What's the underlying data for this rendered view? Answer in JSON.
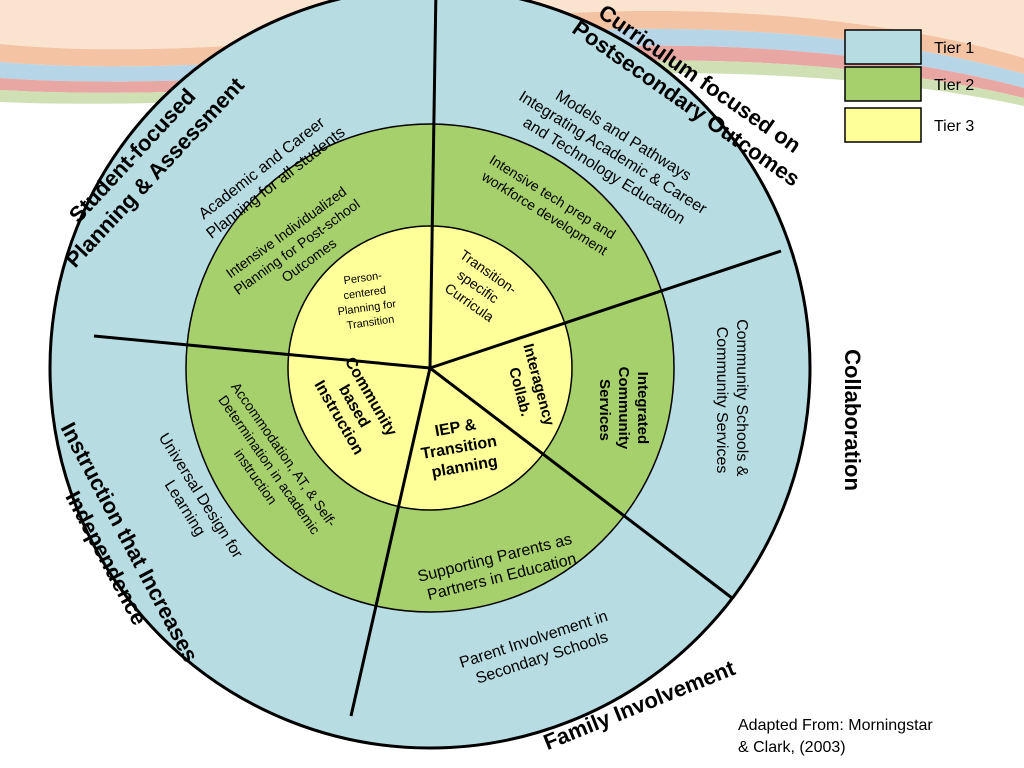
{
  "colors": {
    "tier1": "#b7dde3",
    "tier2": "#a6d06b",
    "tier3": "#ffff99",
    "outline": "#000000",
    "band_light": "#fbe4cf",
    "band_peach": "#f3c3a3",
    "band_blue": "#b6d5e6",
    "band_rose": "#e8a7a2",
    "band_green": "#cfe0b4"
  },
  "legend": [
    {
      "label": "Tier 1",
      "color": "#b7dde3"
    },
    {
      "label": "Tier 2",
      "color": "#a6d06b"
    },
    {
      "label": "Tier 3",
      "color": "#ffff99"
    }
  ],
  "categories": {
    "student_focused": [
      "Student-focused",
      "Planning & Assessment"
    ],
    "curriculum": [
      "Curriculum focused on",
      "Postsecondary Outcomes"
    ],
    "collaboration": [
      "Collaboration"
    ],
    "family": [
      "Family Involvement"
    ],
    "instruction": [
      "Instruction that Increases",
      "Independence"
    ]
  },
  "tier1": {
    "academic_career": [
      "Academic and Career",
      "Planning for all students"
    ],
    "models_pathways": [
      "Models and Pathways",
      "Integrating Academic & Career",
      "and Technology Education"
    ],
    "community_schools": [
      "Community Schools &",
      "Community Services"
    ],
    "parent_involvement": [
      "Parent Involvement in",
      "Secondary Schools"
    ],
    "universal_design": [
      "Universal Design for",
      "Learning"
    ]
  },
  "tier2": {
    "intensive_planning": [
      "Intensive Individualized",
      "Planning for Post-school",
      "Outcomes"
    ],
    "tech_prep": [
      "Intensive tech prep and",
      "workforce development"
    ],
    "integrated_services": [
      "Integrated",
      "Community",
      "Services"
    ],
    "supporting_parents": [
      "Supporting Parents as",
      "Partners in Education"
    ],
    "accommodation": [
      "Accommodation, AT, & Self-",
      "Determination in academic",
      "instruction"
    ]
  },
  "tier3": {
    "person_centered": [
      "Person-",
      "centered",
      "Planning for",
      "Transition"
    ],
    "transition_curricula": [
      "Transition-",
      "specific",
      "Curricula"
    ],
    "interagency": [
      "Interagency",
      "Collab."
    ],
    "iep": [
      "IEP &",
      "Transition",
      "planning"
    ],
    "community_based": [
      "Community",
      "based",
      "Instruction"
    ]
  },
  "credit": [
    "Adapted From: Morningstar",
    "& Clark, (2003)"
  ]
}
